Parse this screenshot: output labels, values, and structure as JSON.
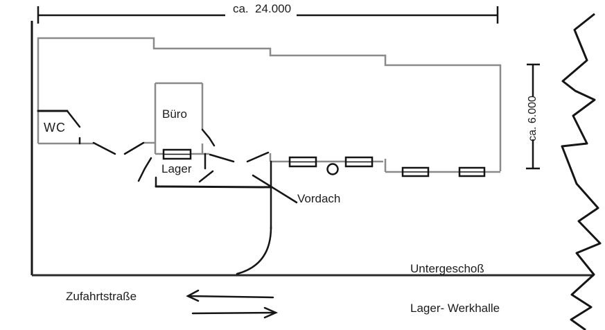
{
  "diagram": {
    "type": "floor-plan-sketch",
    "dimensions": {
      "top_width": "ca.  24.000",
      "right_height": "ca. 6.000"
    },
    "rooms": {
      "wc": "WC",
      "buero": "Büro",
      "lager": "Lager"
    },
    "annotations": {
      "vordach": "Vordach",
      "basement_line1": "Untergeschoß",
      "basement_line2": "Lager- Werkhalle",
      "street": "Zufahrtstraße"
    },
    "symbols": {
      "window_count": 5,
      "column_circle_count": 1,
      "break_line": "zigzag-right-edge",
      "traffic_arrows": [
        "left",
        "right"
      ]
    },
    "colors": {
      "wall_gray": "#8a8a8a",
      "ink_black": "#151515",
      "road_dark": "#2a2a2a",
      "background": "#ffffff"
    }
  }
}
